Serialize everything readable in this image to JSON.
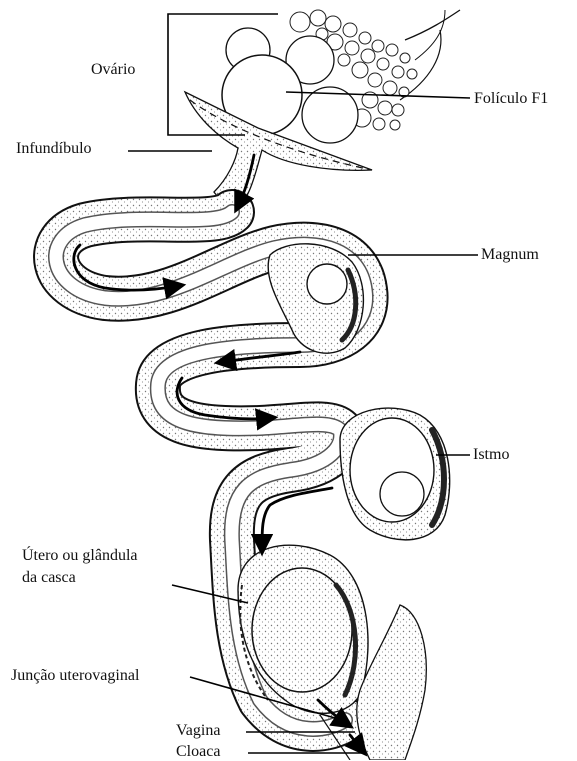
{
  "labels": {
    "ovario": "Ovário",
    "foliculo": "Folículo F1",
    "infundibulo": "Infundíbulo",
    "magnum": "Magnum",
    "istmo": "Istmo",
    "utero_line1": "Útero ou glândula",
    "utero_line2": "da casca",
    "juncao": "Junção uterovaginal",
    "vagina": "Vagina",
    "cloaca": "Cloaca"
  }
}
